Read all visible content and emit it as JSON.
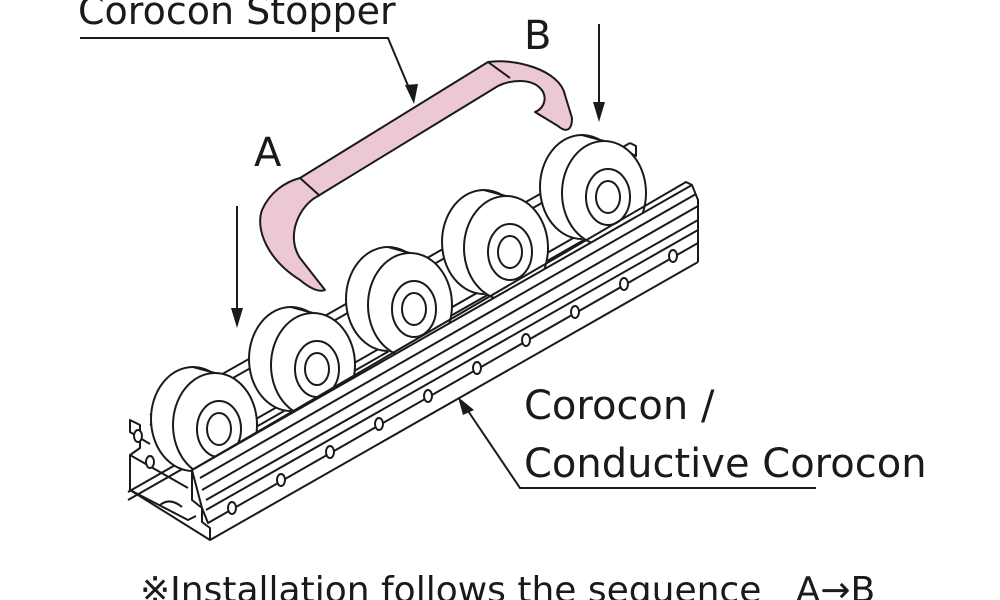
{
  "labels": {
    "stopper": "Corocon Stopper",
    "step_a": "A",
    "step_b": "B",
    "corocon_line1": "Corocon /",
    "corocon_line2": "Conductive Corocon"
  },
  "note": {
    "mark": "※",
    "text": "Installation follows the sequence",
    "seq_from": "A",
    "seq_arrow": "→",
    "seq_to": "B"
  },
  "colors": {
    "stopper_fill": "#ecc8d2",
    "line": "#1a1a1a",
    "background": "#ffffff"
  }
}
